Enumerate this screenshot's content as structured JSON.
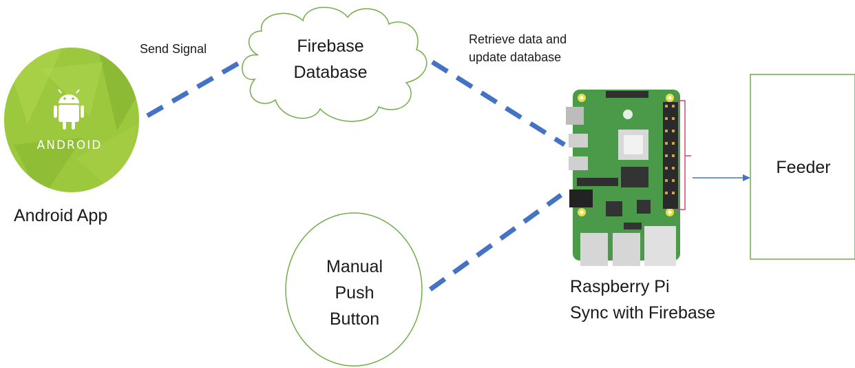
{
  "colors": {
    "connector": "#4472c4",
    "android_green": "#9bc83c",
    "outline_green": "#70ad47",
    "board_green": "#4a9a4a",
    "arrow": "#4472c4",
    "bracket": "#d0457a"
  },
  "android": {
    "logo_text": "ANDROID",
    "label": "Android App",
    "icon": "android-robot-icon"
  },
  "connectors": {
    "send_signal": "Send Signal",
    "retrieve_line1": "Retrieve data and",
    "retrieve_line2": "update database"
  },
  "firebase": {
    "line1": "Firebase",
    "line2": "Database"
  },
  "push_button": {
    "line1": "Manual",
    "line2": "Push",
    "line3": "Button"
  },
  "raspberry_pi": {
    "line1": "Raspberry Pi",
    "line2": "Sync with Firebase",
    "icon": "raspberry-pi-board-icon"
  },
  "feeder": {
    "label": "Feeder"
  }
}
